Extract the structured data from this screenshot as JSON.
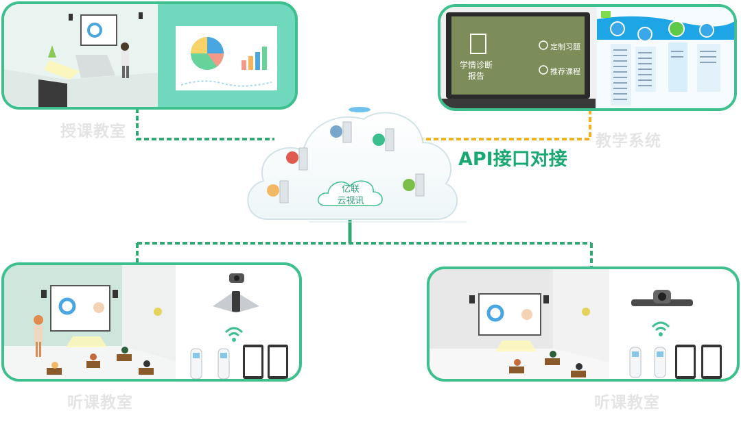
{
  "labels": {
    "teaching_room": "授课教室",
    "teaching_system": "教学系统",
    "api": "API接口对接",
    "listen_left": "听课教室",
    "listen_right": "听课教室",
    "cloud_line1": "亿联",
    "cloud_line2": "云视讯"
  },
  "laptop": {
    "report_line1": "学情诊断",
    "report_line2": "报告",
    "custom_exercise": "定制习题",
    "recommend_course": "推荐课程"
  },
  "colors": {
    "green": "#3dbf8e",
    "line_green": "#2fa874",
    "line_yellow": "#f2b21c",
    "caption": "#e4e4e4"
  },
  "icons": [
    "teacher-classroom-illustration",
    "pie-chart-icon",
    "bar-chart-icon",
    "cloud-icon",
    "server-icon",
    "wifi-icon",
    "video-conference-icon",
    "tablet-icon",
    "laptop-icon"
  ]
}
